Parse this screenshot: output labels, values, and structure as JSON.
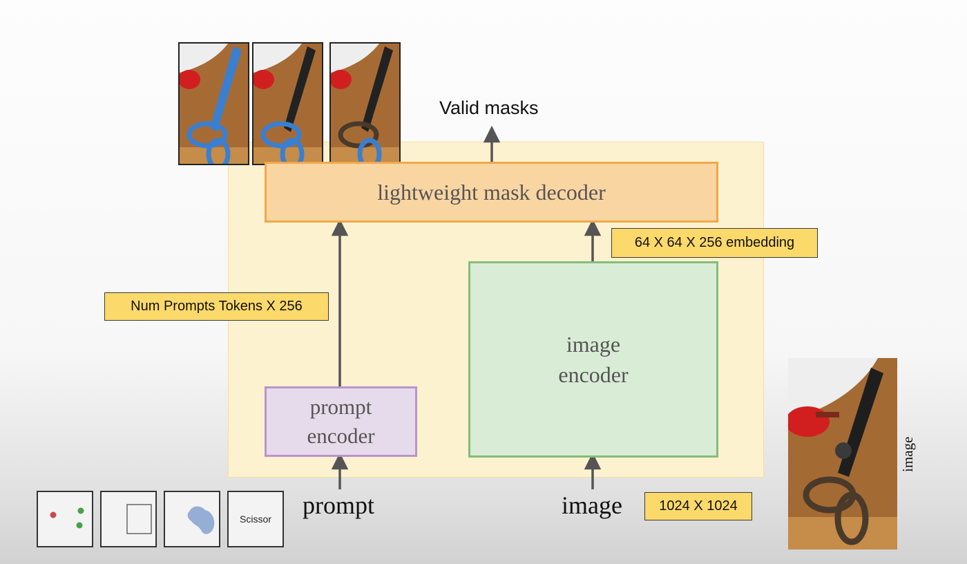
{
  "diagram": {
    "output_label": "Valid masks",
    "decoder_label": "lightweight mask decoder",
    "image_encoder_lines": [
      "image",
      "encoder"
    ],
    "prompt_encoder_lines": [
      "prompt",
      "encoder"
    ],
    "embedding_tag": "64 X 64 X 256 embedding",
    "tokens_tag": "Num Prompts Tokens X 256",
    "prompt_input_label": "prompt",
    "image_input_label": "image",
    "image_size_tag": "1024 X 1024",
    "side_image_label": "image",
    "prompt_types": {
      "text_prompt": "Scissor"
    }
  },
  "colors": {
    "outer_region": "#fdf2cf",
    "decoder_fill": "#f9d5a2",
    "decoder_border": "#f0a84a",
    "image_encoder_fill": "#d9ecd6",
    "image_encoder_border": "#84bd79",
    "prompt_encoder_fill": "#e6dbeb",
    "prompt_encoder_border": "#bb93cc",
    "tag_fill": "#fbd96a",
    "mask_blue": "#3a7fd0",
    "point_red": "#c94848",
    "point_green": "#4aa04a",
    "blob_blue": "#95aed6"
  }
}
